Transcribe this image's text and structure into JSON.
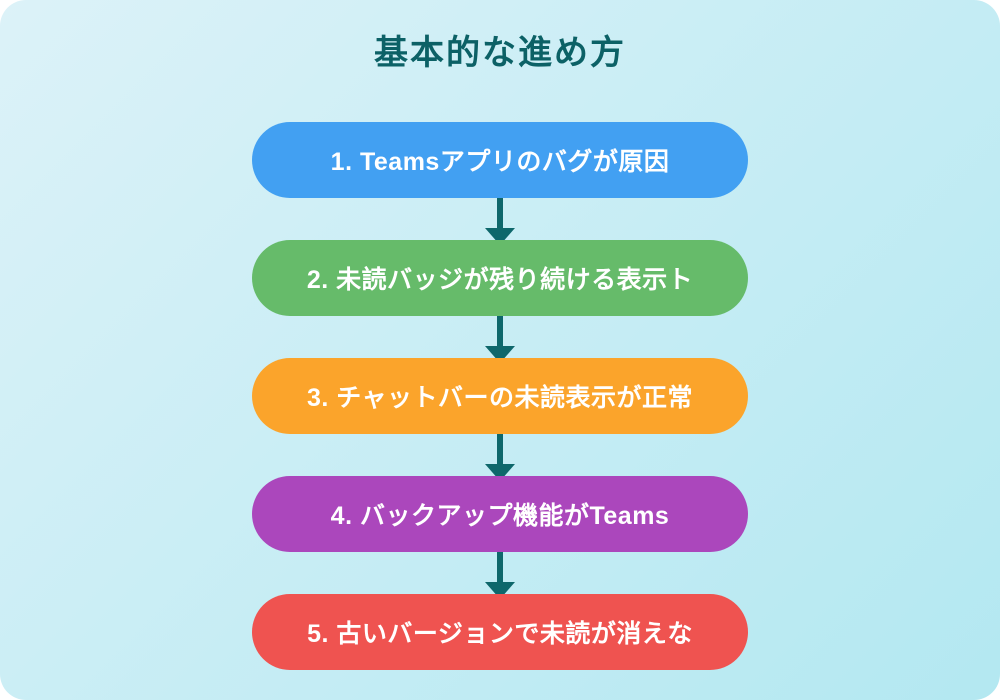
{
  "title": "基本的な進め方",
  "title_color": "#0c6166",
  "arrow_color": "#0e676b",
  "background": {
    "gradient_from": "#dcf2f8",
    "gradient_to": "#b3e8f1"
  },
  "text_color": "#ffffff",
  "steps": [
    {
      "label": "1. Teamsアプリのバグが原因",
      "color": "#42a0f2"
    },
    {
      "label": "2. 未読バッジが残り続ける表示ト",
      "color": "#66bb6a"
    },
    {
      "label": "3. チャットバーの未読表示が正常",
      "color": "#fba42b"
    },
    {
      "label": "4. バックアップ機能がTeams",
      "color": "#ab47bc"
    },
    {
      "label": "5. 古いバージョンで未読が消えな",
      "color": "#ef5350"
    }
  ]
}
